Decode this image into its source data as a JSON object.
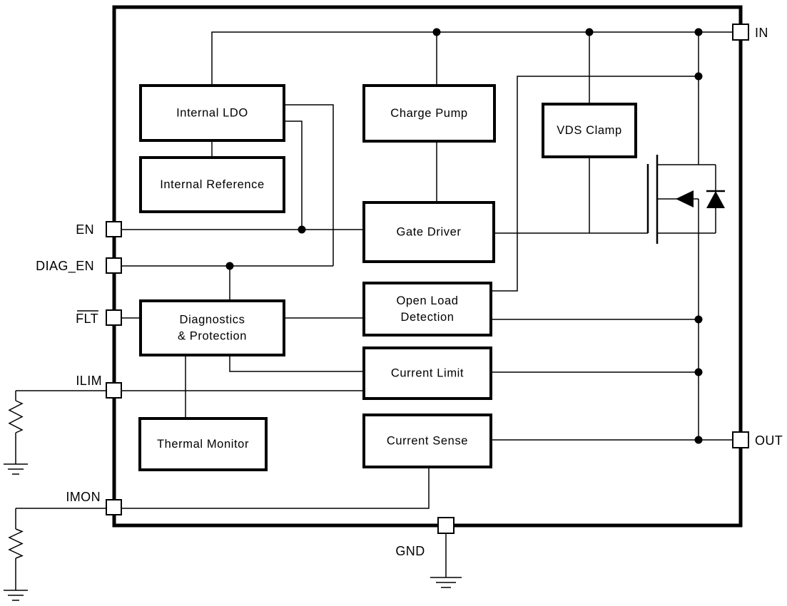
{
  "diagram": {
    "type": "ic-functional-block-diagram",
    "colors": {
      "line": "#000000",
      "background": "#ffffff"
    },
    "blocks": {
      "internal_ldo": {
        "label": "Internal LDO"
      },
      "internal_reference": {
        "label": "Internal Reference"
      },
      "charge_pump": {
        "label": "Charge Pump"
      },
      "vds_clamp": {
        "label": "VDS Clamp"
      },
      "gate_driver": {
        "label": "Gate Driver"
      },
      "open_load_detection": {
        "line1": "Open Load",
        "line2": "Detection"
      },
      "current_limit": {
        "label": "Current Limit"
      },
      "diagnostics_protection": {
        "line1": "Diagnostics",
        "line2": "& Protection"
      },
      "thermal_monitor": {
        "label": "Thermal Monitor"
      },
      "current_sense": {
        "label": "Current Sense"
      }
    },
    "pins": {
      "in": {
        "label": "IN"
      },
      "out": {
        "label": "OUT"
      },
      "en": {
        "label": "EN"
      },
      "diag_en": {
        "label": "DIAG_EN"
      },
      "flt": {
        "label": "FLT",
        "active_low": true
      },
      "ilim": {
        "label": "ILIM"
      },
      "imon": {
        "label": "IMON"
      },
      "gnd": {
        "label": "GND"
      }
    },
    "symbols": {
      "mosfet": "n-channel power MOSFET with body diode",
      "resistors": [
        "ilim-external-resistor",
        "imon-external-resistor"
      ],
      "grounds": [
        "ilim-ground",
        "imon-ground",
        "gnd-ground"
      ]
    }
  }
}
